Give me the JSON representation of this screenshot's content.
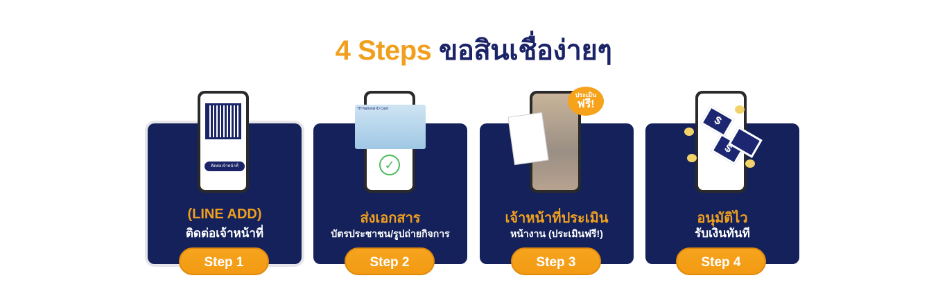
{
  "title": {
    "highlight": "4 Steps",
    "rest": "ขอสินเชื่อง่ายๆ"
  },
  "steps": [
    {
      "heading": "(LINE ADD)",
      "sub": "ติดต่อเจ้าหน้าที่",
      "button": "Step 1",
      "phone_button": "ติดต่อเจ้าหน้าที่"
    },
    {
      "heading": "ส่งเอกสาร",
      "sub": "บัตรประชาชน/รูปถ่ายกิจการ",
      "button": "Step 2",
      "card_title": "TH National ID Card"
    },
    {
      "heading": "เจ้าหน้าที่ประเมิน",
      "sub": "หน้างาน (ประเมินฟรี!)",
      "button": "Step 3",
      "badge_top": "ประเมิน",
      "badge_bottom": "ฟรี!"
    },
    {
      "heading": "อนุมัติไว",
      "sub": "รับเงินทันที",
      "button": "Step 4"
    }
  ],
  "colors": {
    "navy": "#14215a",
    "orange": "#f0a01e"
  }
}
